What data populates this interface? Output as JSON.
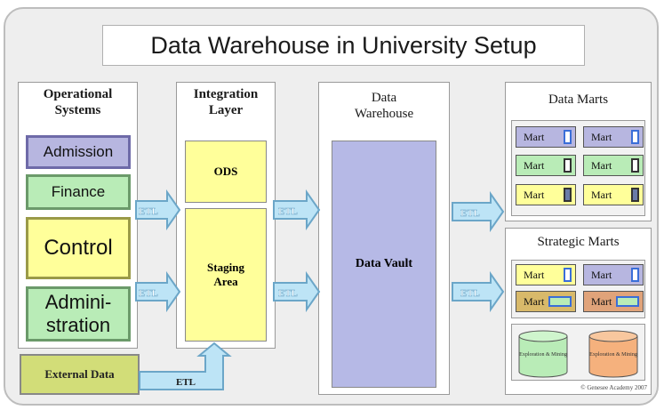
{
  "diagram": {
    "title": "Data Warehouse in University Setup",
    "operational": {
      "label": "Operational Systems",
      "items": [
        "Admission",
        "Finance",
        "Control",
        "Admini- stration"
      ],
      "external": "External Data"
    },
    "integration": {
      "label": "Integration Layer",
      "ods": "ODS",
      "staging": "Staging Area"
    },
    "warehouse": {
      "label": "Data Warehouse",
      "vault": "Data Vault"
    },
    "data_marts": {
      "label": "Data Marts",
      "mart_label": "Mart"
    },
    "strategic_marts": {
      "label": "Strategic Marts",
      "mart_label": "Mart",
      "explore": "Exploration & Mining"
    },
    "etl_label": "ETL",
    "copyright": "© Genesee Academy 2007"
  },
  "colors": {
    "lavender": "#b7b6e0",
    "mint": "#b9ecb7",
    "yellow": "#ffff9a",
    "olive": "#d2dd78",
    "arrow": "#bde4f6",
    "arrow_border": "#6ba6c8",
    "vault": "#b6b9e6",
    "orange": "#f5b17d"
  }
}
